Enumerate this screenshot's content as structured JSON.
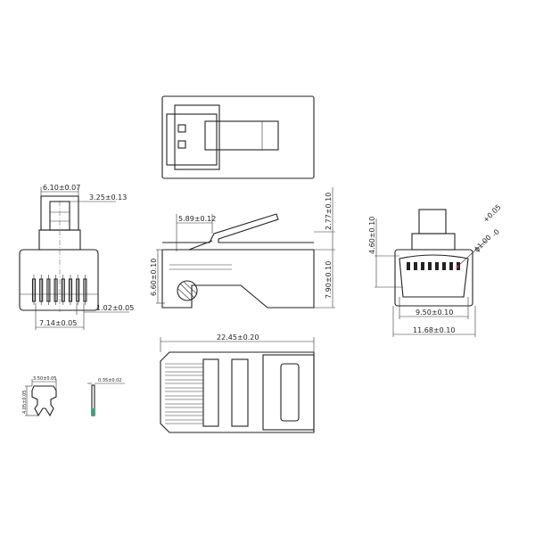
{
  "dimensions": {
    "front_width": "6.10±0.07",
    "latch_width": "3.25±0.13",
    "pin_pitch": "1.02±0.05",
    "pin_span": "7.14±0.05",
    "latch_offset": "5.89±0.12",
    "latch_height": "2.77±0.10",
    "body_height_side": "7.90±0.10",
    "inner_height_side": "6.60±0.10",
    "cavity_height": "4.60±0.10",
    "cavity_width": "9.50±0.10",
    "body_width": "11.68±0.10",
    "hole_diameter": "ϕ1.00",
    "hole_tol_plus": "+0.05",
    "hole_tol_minus": "-0",
    "overall_length": "22.45±0.20",
    "contact_width": "3.50±0.05",
    "contact_height": "4.05±0.05",
    "contact_thickness": "0.35±0.02"
  }
}
